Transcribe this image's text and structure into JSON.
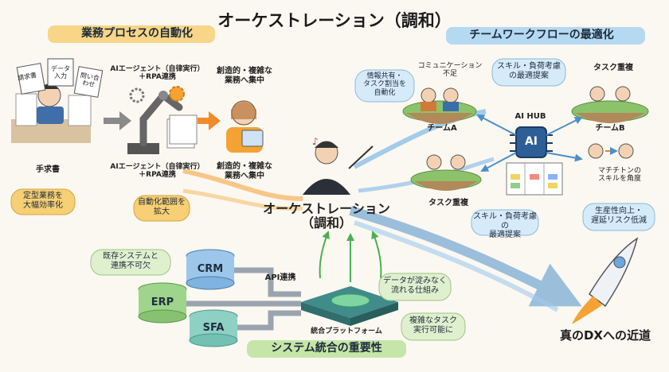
{
  "title": "オーケストレーション（調和）",
  "sections": {
    "process_automation": "業務プロセスの自動化",
    "team_optimization": "チームワークフローの最適化",
    "system_integration": "システム統合の重要性"
  },
  "papers": [
    "請求書",
    "データ\n入力",
    "問い合\nわせ"
  ],
  "labels": {
    "manual_work": "手求書",
    "ai_agent_top": "AIエージェント（自律実行）\n＋RPA連携",
    "ai_agent_bottom": "AIエージェント（自律実行）\n＋RPA連携",
    "creative_top": "創造的・複雑な\n業務へ集中",
    "creative_bottom": "創造的・複雑な\n業務へ集中",
    "center": "オーケストレーション\n（調和）",
    "communication_gap": "コミュニケーション\n不足",
    "team_a": "チームA",
    "team_b": "チームB",
    "task_overlap_top": "タスク重複",
    "task_overlap_mid": "タスク重複",
    "ai_hub": "AI HUB",
    "ai_chip": "AI",
    "api_link": "API連携",
    "platform": "統合プラットフォーム",
    "dx": "真のDXへの近道"
  },
  "bubbles": {
    "efficiency": "定型業務を\n大幅効率化",
    "scope": "自動化範囲を\n拡大",
    "info_share": "情報共有・\nタスク割当を\n自動化",
    "skill_top": "スキル・負荷考慮\nの最適提案",
    "skill_bottom": "スキル・負荷考慮の\n最適提案",
    "productivity": "生産性向上・\n遅延リスク低減",
    "matching": "マチチトンの\nスキルを角度",
    "legacy": "既存システムと\n連携不可欠",
    "data_flow": "データが淀みなく\n流れる仕組み",
    "complex_tasks": "複雑なタスク\n実行可能に"
  },
  "databases": [
    "CRM",
    "ERP",
    "SFA"
  ],
  "colors": {
    "accent_orange": "#f4a234",
    "accent_blue": "#4d8fc8",
    "accent_green": "#4caf50"
  }
}
